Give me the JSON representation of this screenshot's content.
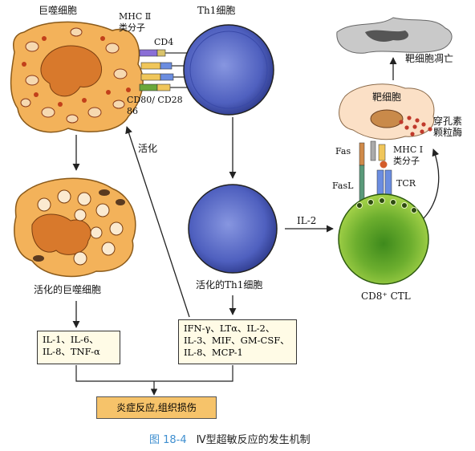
{
  "labels": {
    "macrophage": "巨噬细胞",
    "th1": "Th1细胞",
    "mhc2_line1": "MHC Ⅱ",
    "mhc2_line2": "类分子",
    "cd4": "CD4",
    "cd80_line1": "CD80/ CD28",
    "cd80_line2": "86",
    "activate": "活化",
    "activated_macrophage": "活化的巨噬细胞",
    "activated_th1": "活化的Th1细胞",
    "il2": "IL-2",
    "target_apoptosis": "靶细胞凋亡",
    "target_cell": "靶细胞",
    "perforin_line1": "穿孔素",
    "perforin_line2": "颗粒酶",
    "fas": "Fas",
    "fasl": "FasL",
    "mhc1_line1": "MHC Ⅰ",
    "mhc1_line2": "类分子",
    "tcr": "TCR",
    "ctl": "CD8⁺ CTL"
  },
  "macrophage_cytokines": [
    "IL-1、IL-6、",
    "IL-8、TNF-α"
  ],
  "th1_cytokines": [
    "IFN-γ、LTα、IL-2、",
    "IL-3、MIF、GM-CSF、",
    "IL-8、MCP-1"
  ],
  "result": "炎症反应,组织损伤",
  "caption": {
    "number": "图 18-4",
    "title": "Ⅳ型超敏反应的发生机制"
  },
  "colors": {
    "macrophage": "#f3b25a",
    "th1_cell": "#5b6ec9",
    "ctl_cell": "#8cc63f",
    "result_box": "#f6c36a",
    "caption_number": "#3f8fd0"
  }
}
